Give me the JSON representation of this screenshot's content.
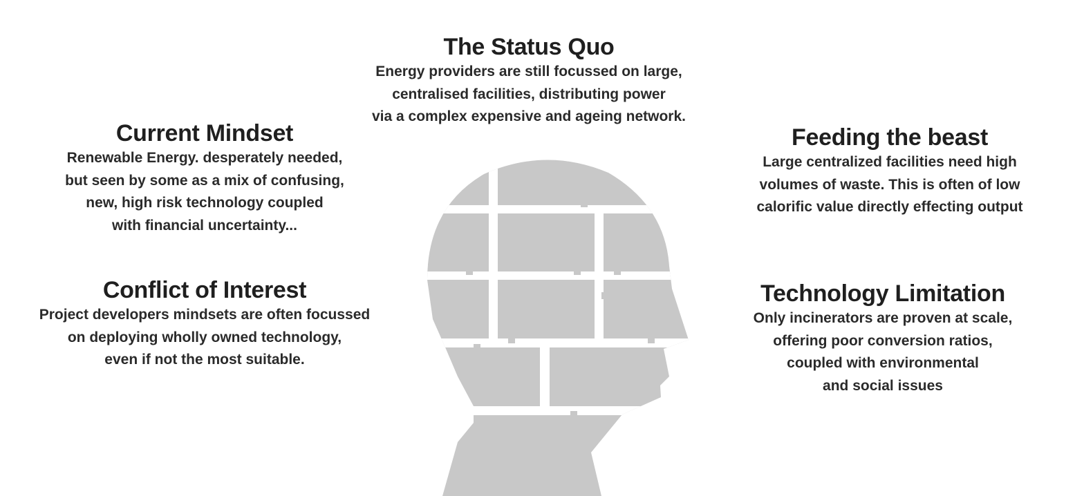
{
  "sections": {
    "status_quo": {
      "title": "The Status Quo",
      "lines": [
        "Energy providers are still focussed on large,",
        "centralised facilities, distributing power",
        "via a complex expensive and ageing network."
      ]
    },
    "current_mindset": {
      "title": "Current Mindset",
      "lines": [
        "Renewable Energy. desperately needed,",
        "but seen by some as a mix of confusing,",
        "new, high risk technology coupled",
        "with financial uncertainty..."
      ]
    },
    "conflict_of_interest": {
      "title": "Conflict of Interest",
      "lines": [
        "Project developers mindsets are often focussed",
        "on deploying wholly owned technology,",
        "even if not the most suitable."
      ]
    },
    "feeding_the_beast": {
      "title": "Feeding the beast",
      "lines": [
        "Large centralized facilities need high",
        "volumes of waste. This is often of low",
        "calorific value directly effecting output"
      ]
    },
    "technology_limitation": {
      "title": "Technology Limitation",
      "lines": [
        "Only incinerators are proven at scale,",
        "offering poor conversion ratios,",
        "coupled with environmental",
        "and social issues"
      ]
    }
  },
  "colors": {
    "head": "#c8c8c8",
    "text": "#222222"
  }
}
